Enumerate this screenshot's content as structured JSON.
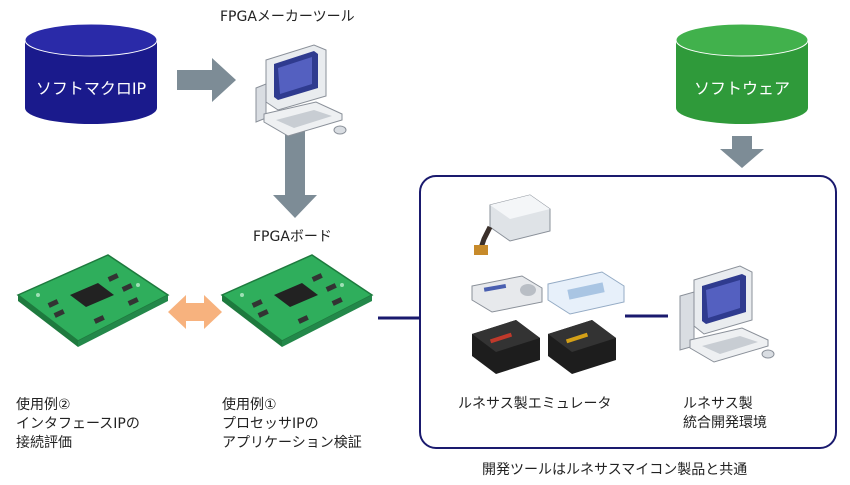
{
  "labels": {
    "fpga_maker_tool": "FPGAメーカーツール",
    "fpga_board": "FPGAボード",
    "usecase2": [
      "使用例②",
      "インタフェースIPの",
      "接続評価"
    ],
    "usecase1": [
      "使用例①",
      "プロセッサIPの",
      "アプリケーション検証"
    ],
    "emulator": "ルネサス製エミュレータ",
    "ide": [
      "ルネサス製",
      "統合開発環境"
    ],
    "caption": "開発ツールはルネサスマイコン製品と共通"
  },
  "cylinders": {
    "soft_macro": {
      "label": "ソフトマクロIP",
      "color": "#1a1a8c"
    },
    "software": {
      "label": "ソフトウェア",
      "color": "#2f9a3a"
    }
  },
  "colors": {
    "arrow": "#7d8c96",
    "frame": "#1a1a6e",
    "double_arrow": "#f7b27e",
    "board": "#2fae5c"
  }
}
